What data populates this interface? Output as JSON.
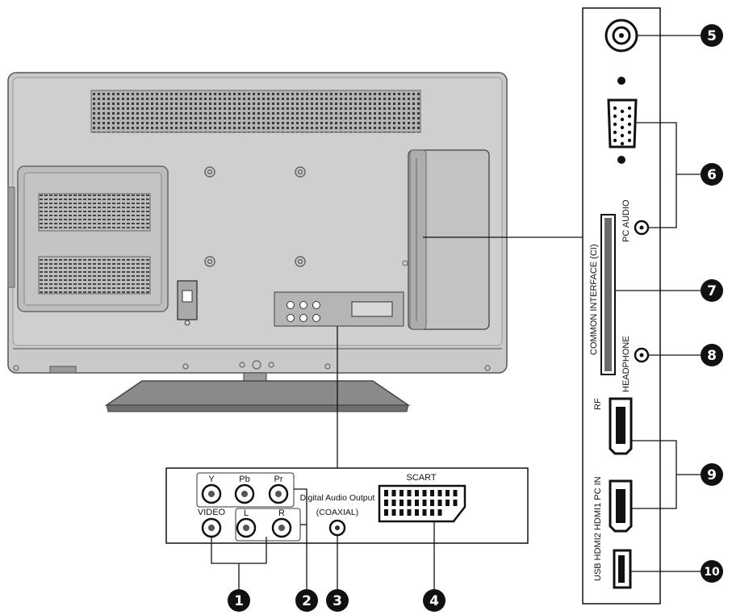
{
  "connector_panel": {
    "y_label": "Y",
    "pb_label": "Pb",
    "pr_label": "Pr",
    "video_label": "VIDEO",
    "l_label": "L",
    "r_label": "R",
    "digital_label_line1": "Digital Audio Output",
    "digital_label_line2": "(COAXIAL)",
    "scart_label": "SCART"
  },
  "side_panel": {
    "pc_audio_label": "PC AUDIO",
    "ci_label": "COMMON  INTERFACE (CI)",
    "headphone_label": "HEADPHONE",
    "rf_label": "RF",
    "ports_label": "USB HDMI2 HDMI1 PC IN"
  },
  "callouts": [
    "1",
    "2",
    "3",
    "4",
    "5",
    "6",
    "7",
    "8",
    "9",
    "10"
  ],
  "colors": {
    "line": "#111111",
    "tv_body": "#c9c9c9",
    "tv_dark": "#8a8a8a",
    "callout_fill": "#111111"
  }
}
